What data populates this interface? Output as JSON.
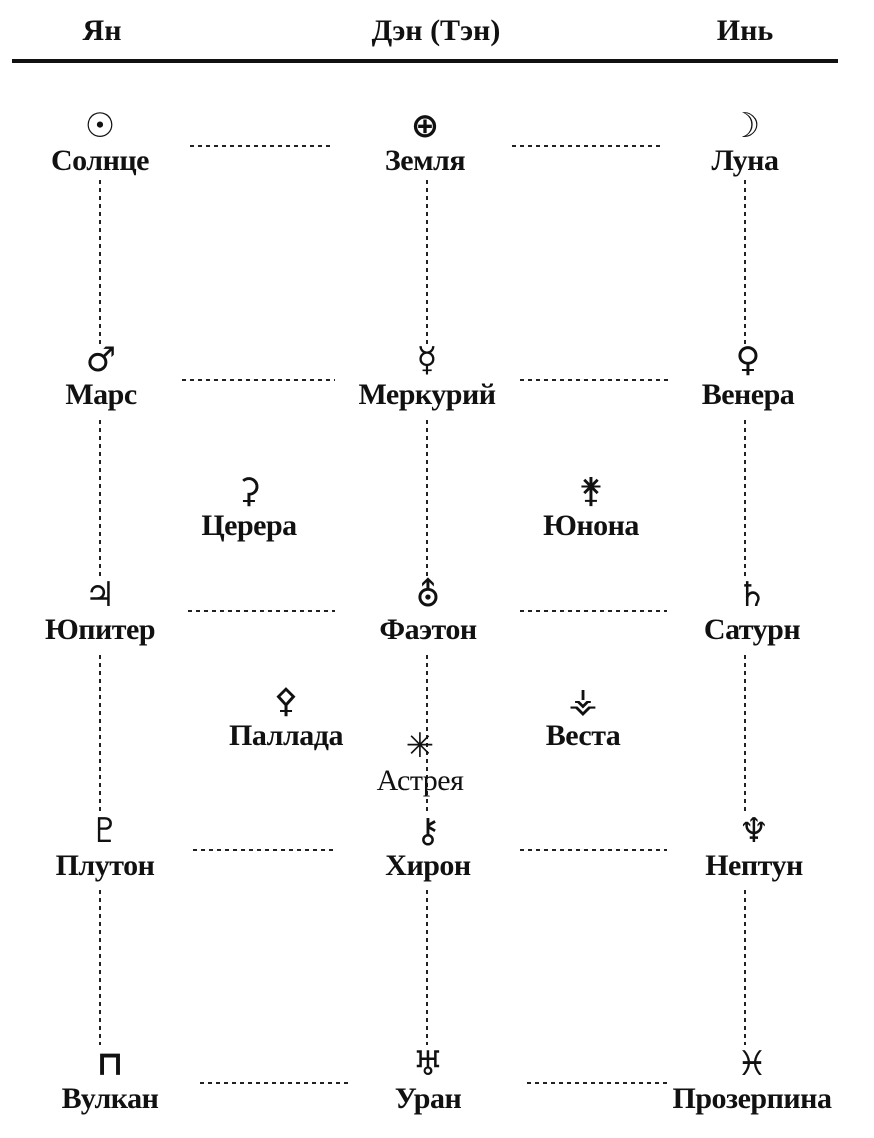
{
  "columns": {
    "yang": "Ян",
    "den": "Дэн (Тэн)",
    "yin": "Инь"
  },
  "planets": {
    "sun": {
      "label": "Солнце",
      "symbol": "☉"
    },
    "earth": {
      "label": "Земля",
      "symbol": "⊕"
    },
    "moon": {
      "label": "Луна",
      "symbol": "☽"
    },
    "mars": {
      "label": "Марс",
      "symbol": "♂"
    },
    "mercury": {
      "label": "Меркурий",
      "symbol": "☿"
    },
    "venus": {
      "label": "Венера",
      "symbol": "♀"
    },
    "ceres": {
      "label": "Церера",
      "symbol": "⚳"
    },
    "juno": {
      "label": "Юнона",
      "symbol": "⚵"
    },
    "jupiter": {
      "label": "Юпитер",
      "symbol": "♃"
    },
    "phaeton": {
      "label": "Фаэтон",
      "symbol": "⛢"
    },
    "saturn": {
      "label": "Сатурн",
      "symbol": "♄"
    },
    "pallas": {
      "label": "Паллада",
      "symbol": "⚴"
    },
    "vesta": {
      "label": "Веста",
      "symbol": "⚶"
    },
    "astraea": {
      "label": "Астрея",
      "symbol": "✳"
    },
    "pluto": {
      "label": "Плутон",
      "symbol": "♇"
    },
    "chiron": {
      "label": "Хирон",
      "symbol": "⚷"
    },
    "neptune": {
      "label": "Нептун",
      "symbol": "♆"
    },
    "vulcan": {
      "label": "Вулкан",
      "symbol": "⊓"
    },
    "uranus": {
      "label": "Уран",
      "symbol": "♅"
    },
    "proserpina": {
      "label": "Прозерпина",
      "symbol": "♓"
    }
  }
}
